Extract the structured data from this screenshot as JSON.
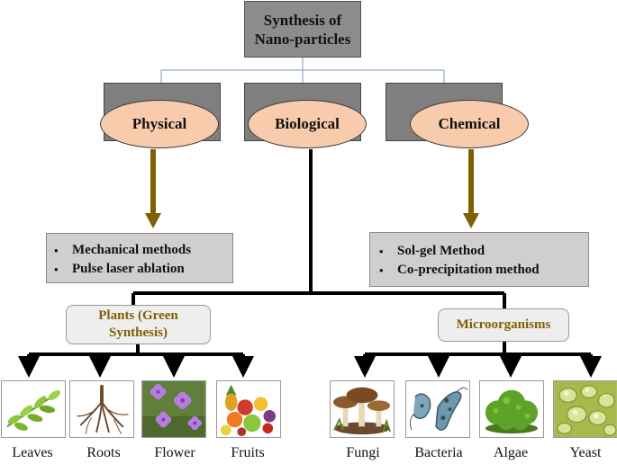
{
  "root": {
    "title": "Synthesis of\nNano-particles"
  },
  "categories": [
    {
      "id": "physical",
      "label": "Physical"
    },
    {
      "id": "biological",
      "label": "Biological"
    },
    {
      "id": "chemical",
      "label": "Chemical"
    }
  ],
  "physical_methods": [
    "Mechanical methods",
    "Pulse laser ablation"
  ],
  "chemical_methods": [
    "Sol-gel Method",
    "Co-precipitation method"
  ],
  "bullet_glyph": "•",
  "plants": {
    "title": "Plants (Green\nSynthesis)",
    "items": [
      {
        "label": "Leaves",
        "icon": "leaves-icon"
      },
      {
        "label": "Roots",
        "icon": "roots-icon"
      },
      {
        "label": "Flower",
        "icon": "flower-icon"
      },
      {
        "label": "Fruits",
        "icon": "fruits-icon"
      }
    ]
  },
  "microorganisms": {
    "title": "Microorganisms",
    "items": [
      {
        "label": "Fungi",
        "icon": "fungi-icon"
      },
      {
        "label": "Bacteria",
        "icon": "bacteria-icon"
      },
      {
        "label": "Algae",
        "icon": "algae-icon"
      },
      {
        "label": "Yeast",
        "icon": "yeast-icon"
      }
    ]
  },
  "colors": {
    "oval_fill": "#f8cbad",
    "category_box": "#7f7f7f",
    "method_box": "#d0cece",
    "arrow_gold": "#7f6000",
    "group_text": "#7f6000",
    "connector_blue": "#8ea9c8"
  }
}
